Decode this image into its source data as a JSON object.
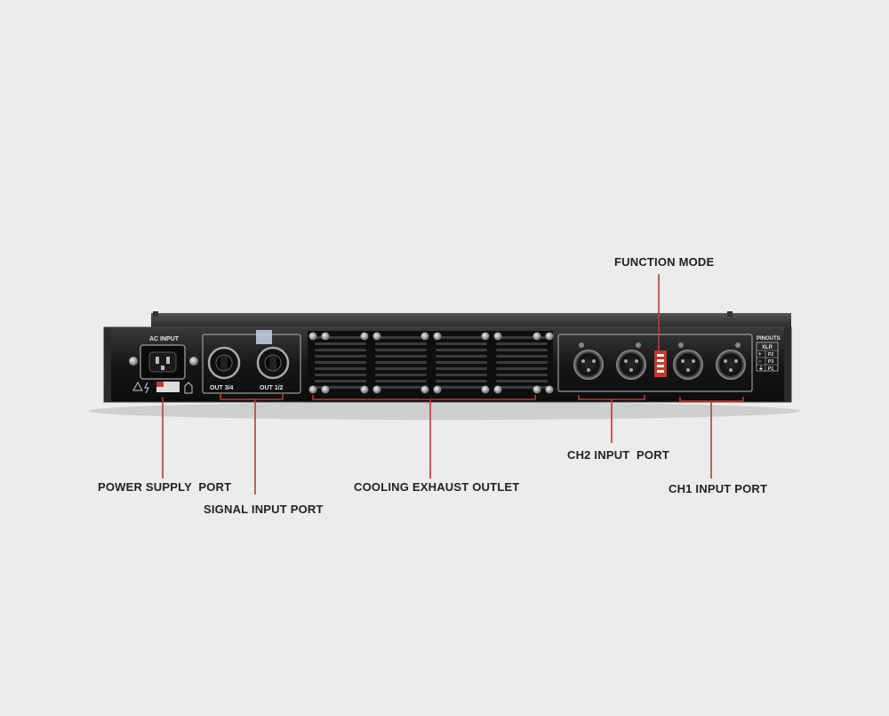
{
  "device": {
    "ac_input_label": "AC INPUT",
    "out_3_4_label": "OUT 3/4",
    "out_1_2_label": "OUT 1/2",
    "pinouts_label": "PINOUTS",
    "xlr_label": "XLR",
    "pinouts_rows": [
      {
        "symbol": "+",
        "pin": "P2"
      },
      {
        "symbol": "−",
        "pin": "P3"
      },
      {
        "symbol": "⏚",
        "pin": "P1"
      }
    ]
  },
  "callouts": {
    "function_mode": "FUNCTION MODE",
    "power_supply_port": "POWER SUPPLY  PORT",
    "signal_input_port": "SIGNAL INPUT PORT",
    "cooling_exhaust_outlet": "COOLING EXHAUST OUTLET",
    "ch2_input_port": "CH2 INPUT  PORT",
    "ch1_input_port": "CH1 INPUT PORT"
  },
  "colors": {
    "background": "#ececec",
    "chassis": "#1c1c1c",
    "leader_line": "#c0392b",
    "label_text": "#222222"
  }
}
